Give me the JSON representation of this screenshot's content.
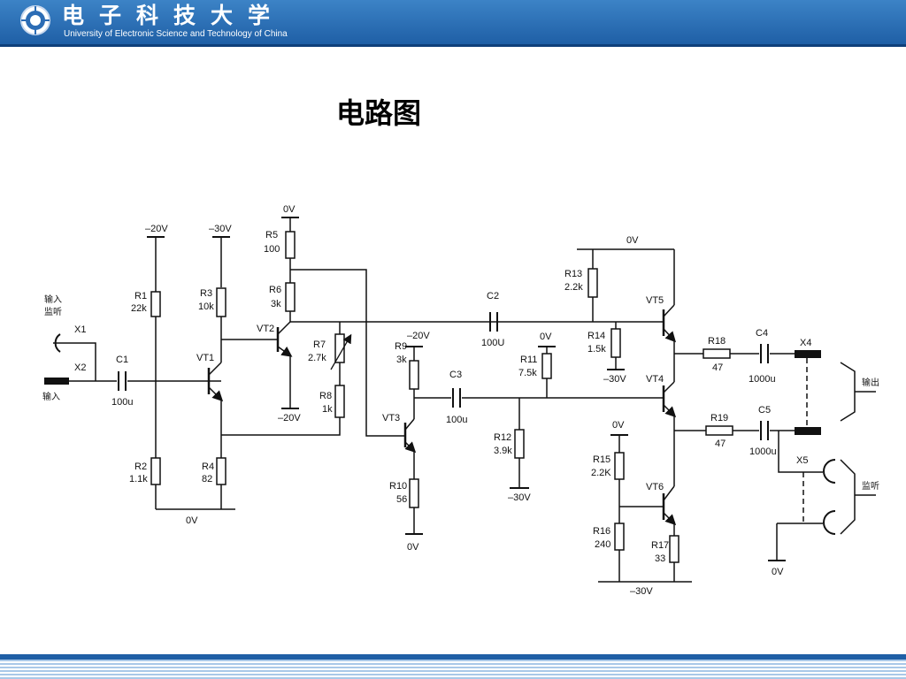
{
  "header": {
    "university_cn": "电子科技大学",
    "university_en": "University of Electronic Science and Technology of China"
  },
  "title": "电路图",
  "diagram": {
    "components": {
      "R1": {
        "name": "R1",
        "value": "22k"
      },
      "R2": {
        "name": "R2",
        "value": "1.1k"
      },
      "R3": {
        "name": "R3",
        "value": "10k"
      },
      "R4": {
        "name": "R4",
        "value": "82"
      },
      "R5": {
        "name": "R5",
        "value": "100"
      },
      "R6": {
        "name": "R6",
        "value": "3k"
      },
      "R7": {
        "name": "R7",
        "value": "2.7k"
      },
      "R8": {
        "name": "R8",
        "value": "1k"
      },
      "R9": {
        "name": "R9",
        "value": "3k"
      },
      "R10": {
        "name": "R10",
        "value": "56"
      },
      "R11": {
        "name": "R11",
        "value": "7.5k"
      },
      "R12": {
        "name": "R12",
        "value": "3.9k"
      },
      "R13": {
        "name": "R13",
        "value": "2.2k"
      },
      "R14": {
        "name": "R14",
        "value": "1.5k"
      },
      "R15": {
        "name": "R15",
        "value": "2.2K"
      },
      "R16": {
        "name": "R16",
        "value": "240"
      },
      "R17": {
        "name": "R17",
        "value": "33"
      },
      "R18": {
        "name": "R18",
        "value": "47"
      },
      "R19": {
        "name": "R19",
        "value": "47"
      },
      "C1": {
        "name": "C1",
        "value": "100u"
      },
      "C2": {
        "name": "C2",
        "value": "100U"
      },
      "C3": {
        "name": "C3",
        "value": "100u"
      },
      "C4": {
        "name": "C4",
        "value": "1000u"
      },
      "C5": {
        "name": "C5",
        "value": "1000u"
      },
      "VT1": {
        "name": "VT1"
      },
      "VT2": {
        "name": "VT2"
      },
      "VT3": {
        "name": "VT3"
      },
      "VT4": {
        "name": "VT4"
      },
      "VT5": {
        "name": "VT5"
      },
      "VT6": {
        "name": "VT6"
      },
      "X1": {
        "name": "X1"
      },
      "X2": {
        "name": "X2"
      },
      "X4": {
        "name": "X4"
      },
      "X5": {
        "name": "X5"
      }
    },
    "rails": {
      "r1_top": "–20V",
      "r3_top": "–30V",
      "r5_top": "0V",
      "vt2_emitter": "–20V",
      "r9_top": "–20V",
      "r10_bottom": "0V",
      "r11_top": "0V",
      "r12_bottom": "–30V",
      "top_rail": "0V",
      "r14_bottom": "–30V",
      "r15_top": "0V",
      "bottom_rail": "–30V",
      "left_ground": "0V",
      "x5_ground": "0V"
    },
    "jack_labels": {
      "input_monitor_1": "输入",
      "input_monitor_2": "监听",
      "input": "输入",
      "output": "输出",
      "monitor": "监听"
    }
  }
}
